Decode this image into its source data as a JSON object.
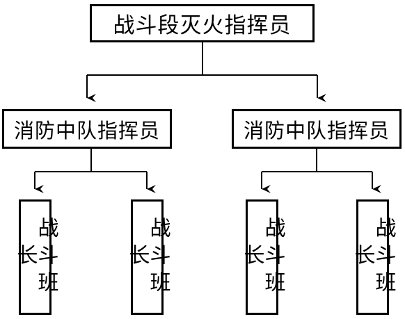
{
  "diagram": {
    "root": {
      "label": "战斗段灭火指挥员"
    },
    "middle": [
      {
        "label": "消防中队指挥员"
      },
      {
        "label": "消防中队指挥员"
      }
    ],
    "leaves": [
      {
        "label": "战斗班长"
      },
      {
        "label": "战斗班长"
      },
      {
        "label": "战斗班长"
      },
      {
        "label": "战斗班长"
      }
    ]
  }
}
